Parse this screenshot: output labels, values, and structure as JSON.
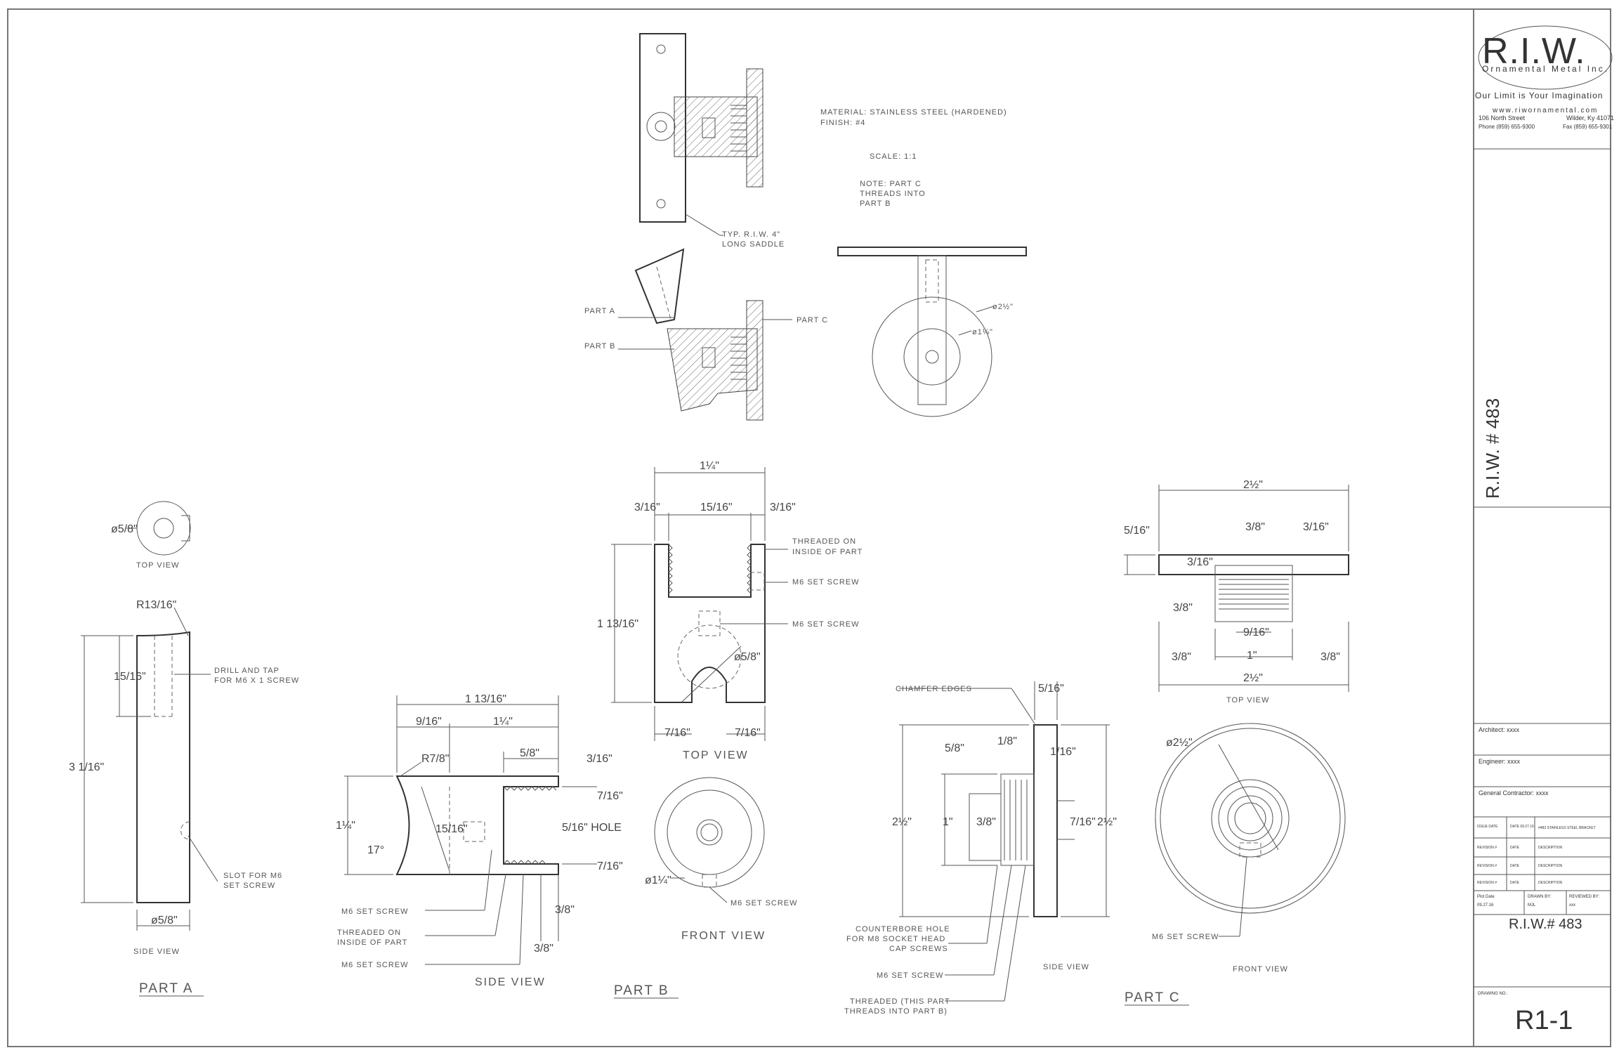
{
  "notes": {
    "material": "MATERIAL: STAINLESS STEEL (HARDENED)",
    "finish": "FINISH: #4",
    "scale": "SCALE: 1:1",
    "note1": "NOTE: PART C",
    "note2": "THREADS INTO",
    "note3": "PART B"
  },
  "assembly": {
    "saddle1": "TYP. R.I.W. 4\"",
    "saddle2": "LONG SADDLE",
    "part_a": "PART A",
    "part_b": "PART B",
    "part_c": "PART C",
    "dia_2half": "ø2½\"",
    "dia_1quarter": "ø1¼\""
  },
  "part_a": {
    "label": "PART A",
    "top_view": "TOP VIEW",
    "side_view": "SIDE VIEW",
    "dia_top": "ø5/8\"",
    "radius": "R13/16\"",
    "drill1": "DRILL AND TAP",
    "drill2": "FOR M6 X 1 SCREW",
    "depth": "15/16\"",
    "length": "3 1/16\"",
    "slot1": "SLOT FOR M6",
    "slot2": "SET SCREW",
    "dia_bottom": "ø5/8\""
  },
  "part_b": {
    "label": "PART B",
    "top_view": "TOP VIEW",
    "front_view": "FRONT VIEW",
    "side_view": "SIDE VIEW",
    "w_total": "1¼\"",
    "w_left": "3/16\"",
    "w_mid": "15/16\"",
    "w_right": "3/16\"",
    "threaded1": "THREADED ON",
    "threaded2": "INSIDE OF PART",
    "set_screw": "M6 SET SCREW",
    "height": "1 13/16\"",
    "hole_dia": "ø5/8\"",
    "bot_left": "7/16\"",
    "bot_right": "7/16\"",
    "front_dia": "ø1¼\"",
    "front_screw": "M6 SET SCREW",
    "side_total": "1 13/16\"",
    "side_9": "9/16\"",
    "side_14": "1¼\"",
    "side_58": "5/8\"",
    "side_316": "3/16\"",
    "side_r": "R7/8\"",
    "side_7a": "7/16\"",
    "side_516": "5/16\" HOLE",
    "side_7b": "7/16\"",
    "side_h": "1¼\"",
    "side_15": "15/16\"",
    "angle": "17°",
    "side_38a": "3/8\"",
    "side_38b": "3/8\"",
    "lead_screw1": "M6 SET SCREW",
    "lead_thr1": "THREADED ON",
    "lead_thr2": "INSIDE OF PART",
    "lead_screw2": "M6 SET SCREW"
  },
  "part_c": {
    "label": "PART C",
    "top_view": "TOP VIEW",
    "side_view": "SIDE VIEW",
    "front_view": "FRONT VIEW",
    "top_total": "2½\"",
    "top_5": "5/16\"",
    "top_3a": "3/8\"",
    "top_3b": "3/16\"",
    "top_3c": "3/16\"",
    "top_38": "3/8\"",
    "top_916": "9/16\"",
    "top_1": "1\"",
    "top_l": "3/8\"",
    "top_r": "3/8\"",
    "top_bot": "2½\"",
    "chamfer": "CHAMFER EDGES",
    "side_5": "5/16\"",
    "side_58": "5/8\"",
    "side_18": "1/8\"",
    "side_116": "1/16\"",
    "side_h": "2½\"",
    "side_1": "1\"",
    "side_38": "3/8\"",
    "side_716": "7/16\"",
    "side_hr": "2½\"",
    "counter1": "COUNTERBORE HOLE",
    "counter2": "FOR M8 SOCKET HEAD",
    "counter3": "CAP SCREWS",
    "set_screw": "M6 SET SCREW",
    "thr1": "THREADED (THIS PART",
    "thr2": "THREADS INTO PART B)",
    "front_dia": "ø2½\"",
    "front_screw": "M6 SET SCREW"
  },
  "title_block": {
    "logo": "R.I.W.",
    "logo_sub": "Ornamental Metal Inc.",
    "tagline": "Our Limit is Your Imagination",
    "website": "www.riwornamental.com",
    "street": "106 North Street",
    "city": "Wilder, Ky 41071",
    "phone": "Phone (859) 655-9300",
    "fax": "Fax (859) 655-9301",
    "job_vertical": "R.I.W. # 483",
    "architect": "Architect: xxxx",
    "engineer": "Engineer: xxxx",
    "contractor": "General Contractor: xxxx",
    "issue_label": "ISSUE DATE",
    "issue_date": "DATE 09.27.16",
    "issue_desc": "#483 STAINLESS STEEL BRACKET",
    "rev1": "REVISION #",
    "rev2": "REVISION #",
    "rev3": "REVISION #",
    "rev_date": "DATE",
    "rev_desc": "DESCRIPTION",
    "plot_date_label": "Plot Date",
    "plot_date": "09.27.16",
    "drawn_label": "DRAWN BY:",
    "drawn": "MJL",
    "reviewed_label": "REVIEWED BY:",
    "reviewed": "xxx",
    "job_no": "R.I.W.# 483",
    "drawing_no_label": "DRAWING NO.:",
    "drawing_no": "R1-1"
  }
}
